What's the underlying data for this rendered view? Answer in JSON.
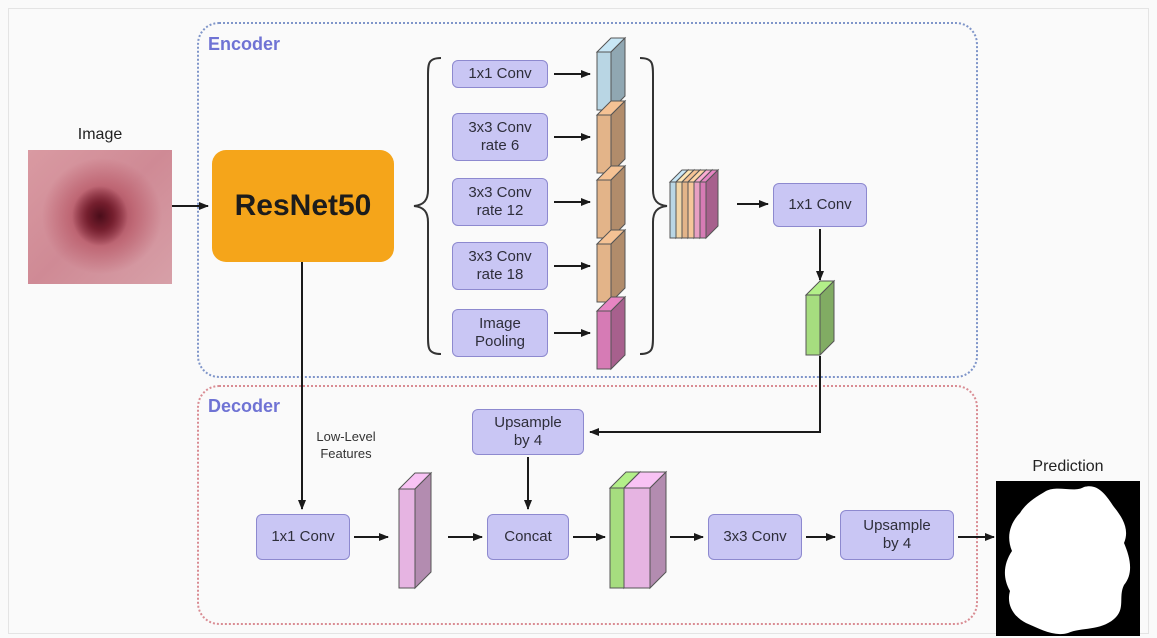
{
  "encoder": {
    "title": "Encoder",
    "image_label": "Image",
    "backbone": "ResNet50",
    "aspp_branches": [
      {
        "label": "1x1 Conv",
        "feature_color": "#b9d6e4"
      },
      {
        "label": "3x3 Conv\nrate 6",
        "feature_color": "#e3b489"
      },
      {
        "label": "3x3 Conv\nrate 12",
        "feature_color": "#e3b489"
      },
      {
        "label": "3x3 Conv\nrate 18",
        "feature_color": "#e3b489"
      },
      {
        "label": "Image\nPooling",
        "feature_color": "#d67bb5"
      }
    ],
    "fuse_conv": "1x1 Conv",
    "encoder_output_color": "#a6dd7f",
    "concat_stack_colors": [
      "#b9d6e4",
      "#f2d6a8",
      "#e3b489",
      "#f6c79a",
      "#e8a0c2",
      "#d67bb5"
    ]
  },
  "decoder": {
    "title": "Decoder",
    "low_level_label": "Low-Level\nFeatures",
    "low_conv": "1x1 Conv",
    "upsample_top": "Upsample\nby 4",
    "concat": "Concat",
    "conv3": "3x3 Conv",
    "upsample_final": "Upsample\nby 4",
    "low_feature_color": "#e6b4e2",
    "concat_feature_colors": [
      "#a6dd7f",
      "#e6b4e2"
    ]
  },
  "prediction": {
    "label": "Prediction"
  },
  "colors": {
    "node_fill": "#c9c6f4",
    "node_border": "#8d89cf",
    "backbone": "#f5a51a",
    "encoder_border": "#7f95c9",
    "decoder_border": "#d98c93",
    "title": "#6f73d4"
  }
}
